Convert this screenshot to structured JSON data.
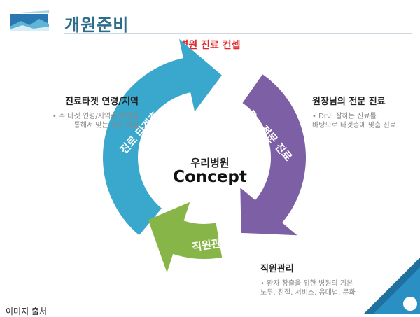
{
  "header": {
    "title": "개원준비"
  },
  "subtitle": "병원 진료 컨셉",
  "cycle": {
    "segments": [
      {
        "label": "진료 타겟층",
        "color": "#3aa7cc"
      },
      {
        "label": "Dr. 전문 진료",
        "color": "#7d5fa6"
      },
      {
        "label": "직원관리",
        "color": "#88b547"
      }
    ],
    "center": {
      "line1": "우리병원",
      "line2": "Concept"
    }
  },
  "blocks": {
    "left": {
      "title": "진료타겟 연령/지역",
      "line1": "• 주 타겟 연령/지역층 분석을",
      "line2": "통해서 맞는 진료 컨셉"
    },
    "right": {
      "title": "원장님의 전문 진료",
      "line1": "• Dr이 잘하는 진료를",
      "line2": "바탕으로 타겟층에 맞춤 진료"
    },
    "bottom": {
      "title": "직원관리",
      "line1": "• 환자 창출을 위한 병원의 기본",
      "line2": "노무, 친절, 서비스, 응대법, 문화"
    }
  },
  "footer": {
    "text": "이미지 출처"
  }
}
